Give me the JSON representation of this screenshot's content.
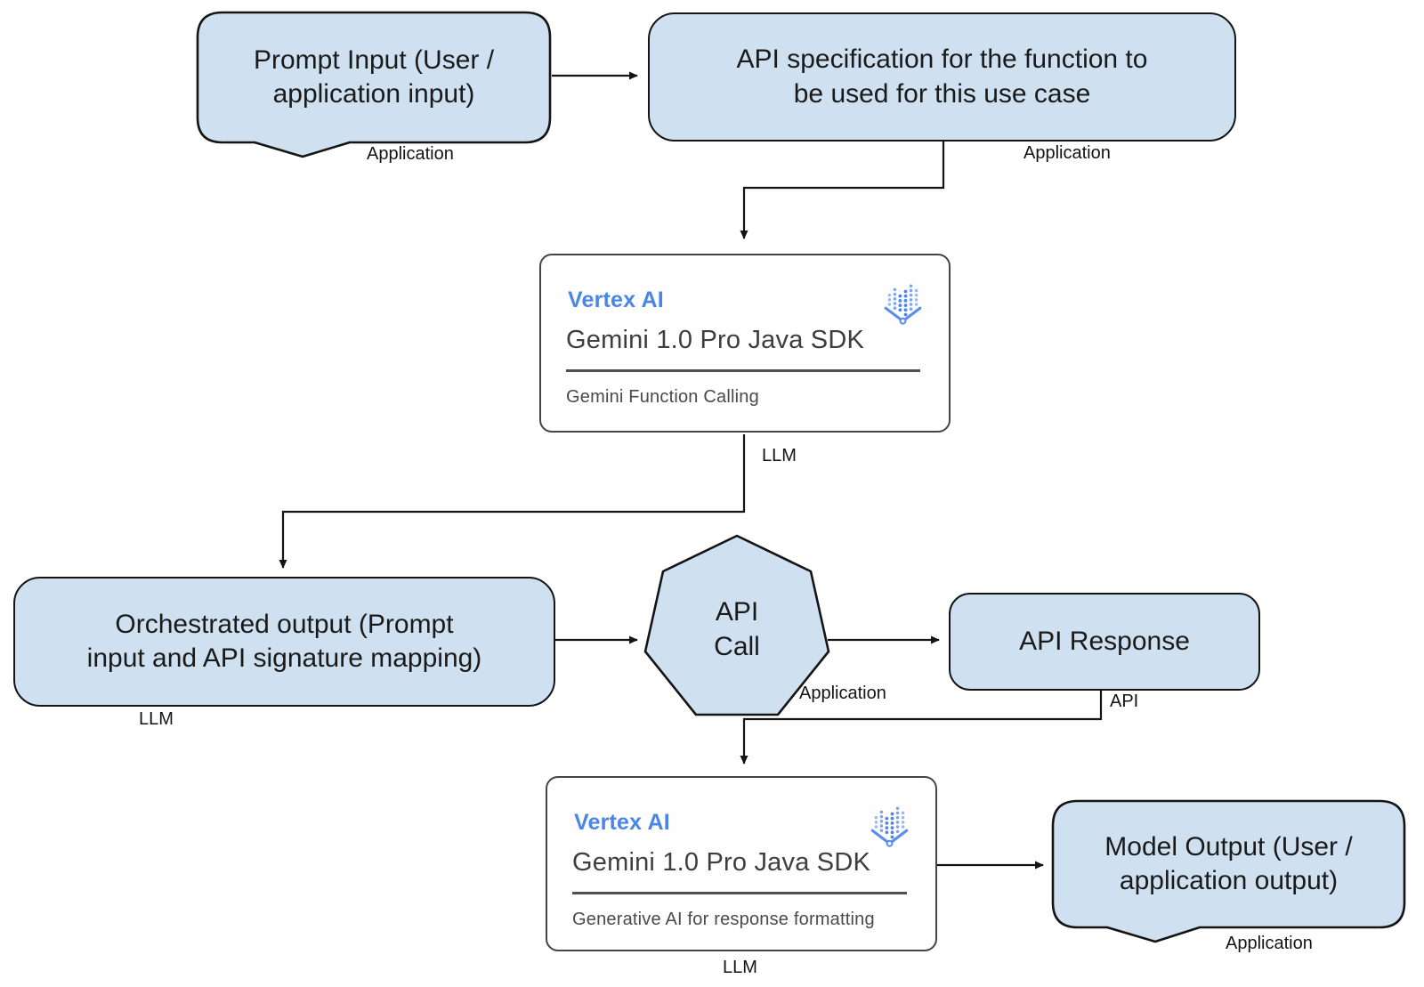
{
  "diagram": {
    "title_hint": "Gemini function calling flow",
    "background": "#ffffff",
    "colors": {
      "node_fill": "#cfe1f1",
      "node_border": "#141414",
      "connector": "#141414",
      "card_background": "#fefefe",
      "card_border": "#454545",
      "vertex_ai_blue": "#4a85e8",
      "card_title_gray": "#3e3e3e",
      "card_subtitle_gray": "#4a4a4a",
      "text": "#1a1a1a"
    },
    "nodes": {
      "prompt_input": {
        "lines": [
          "Prompt Input (User /",
          "application input)"
        ],
        "tag": "Application",
        "shape": "speech-bubble"
      },
      "api_spec": {
        "lines": [
          "API specification for the function to",
          "be used for this use case"
        ],
        "tag": "Application",
        "shape": "rounded-rectangle"
      },
      "gemini_function_calling": {
        "product": "Vertex AI",
        "title": "Gemini 1.0 Pro Java SDK",
        "subtitle": "Gemini Function Calling",
        "tag": "LLM",
        "icon": "vertex-ai-icon",
        "shape": "card"
      },
      "orchestrated_output": {
        "lines": [
          "Orchestrated output (Prompt",
          "input and API signature mapping)"
        ],
        "tag": "LLM",
        "shape": "rounded-rectangle"
      },
      "api_call": {
        "lines": [
          "API",
          "Call"
        ],
        "tag": "Application",
        "shape": "heptagon"
      },
      "api_response": {
        "text": "API Response",
        "tag": "API",
        "shape": "rounded-rectangle"
      },
      "gemini_response_formatting": {
        "product": "Vertex AI",
        "title": "Gemini 1.0 Pro Java SDK",
        "subtitle": "Generative AI for response formatting",
        "tag": "LLM",
        "icon": "vertex-ai-icon",
        "shape": "card"
      },
      "model_output": {
        "lines": [
          "Model Output (User /",
          "application output)"
        ],
        "tag": "Application",
        "shape": "speech-bubble"
      }
    },
    "edges": [
      {
        "from": "prompt_input",
        "to": "api_spec"
      },
      {
        "from": "api_spec",
        "to": "gemini_function_calling"
      },
      {
        "from": "gemini_function_calling",
        "to": "orchestrated_output"
      },
      {
        "from": "orchestrated_output",
        "to": "api_call"
      },
      {
        "from": "api_call",
        "to": "api_response"
      },
      {
        "from": "api_response",
        "to": "gemini_response_formatting"
      },
      {
        "from": "gemini_response_formatting",
        "to": "model_output"
      }
    ]
  }
}
